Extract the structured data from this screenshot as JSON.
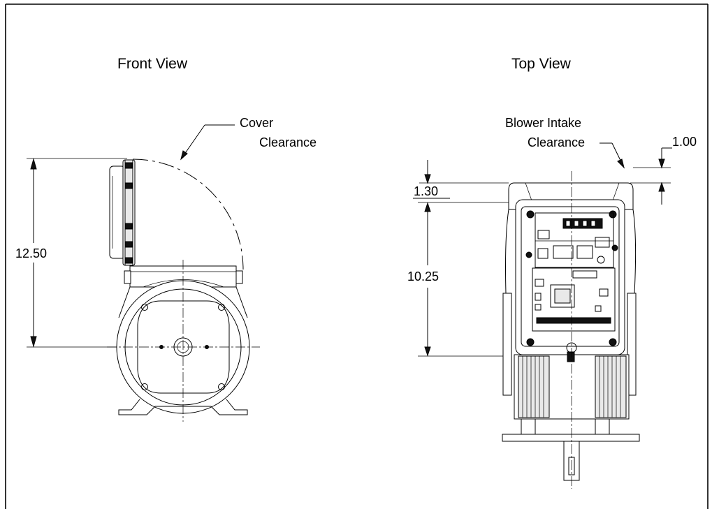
{
  "titles": {
    "front": "Front View",
    "top": "Top View"
  },
  "front_view": {
    "cover_label_1": "Cover",
    "cover_label_2": "Clearance",
    "height_dim": "12.50"
  },
  "top_view": {
    "intake_label_1": "Blower Intake",
    "intake_label_2": "Clearance",
    "intake_dim": "1.00",
    "offset_dim": "1.30",
    "height_dim": "10.25"
  }
}
